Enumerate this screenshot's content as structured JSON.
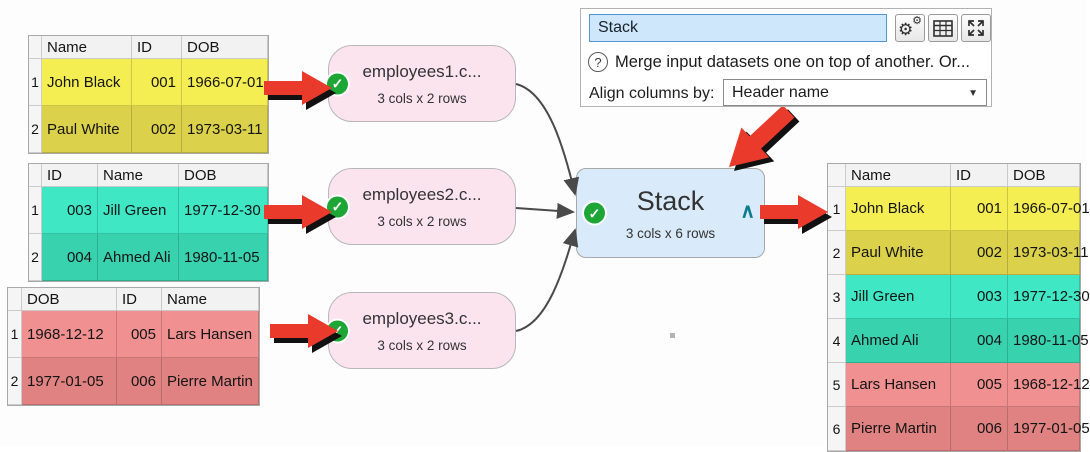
{
  "panel": {
    "name_value": "Stack",
    "help_glyph": "?",
    "help_text": "Merge input datasets one on top of another. Or...",
    "align_label": "Align columns by:",
    "align_value": "Header name",
    "dropdown_glyph": "▼",
    "gear_glyph": "⚙"
  },
  "nodes": [
    {
      "title": "employees1.c...",
      "subtitle": "3 cols x 2 rows",
      "check_glyph": "✓"
    },
    {
      "title": "employees2.c...",
      "subtitle": "3 cols x 2 rows",
      "check_glyph": "✓"
    },
    {
      "title": "employees3.c...",
      "subtitle": "3 cols x 2 rows",
      "check_glyph": "✓"
    }
  ],
  "stack_node": {
    "title": "Stack",
    "subtitle": "3 cols x 6 rows",
    "check_glyph": "✓",
    "collapse_glyph": "∧"
  },
  "input_tables": [
    {
      "headers": [
        "Name",
        "ID",
        "DOB"
      ],
      "row_nums": [
        "1",
        "2"
      ],
      "rows": [
        [
          "John Black",
          "001",
          "1966-07-01"
        ],
        [
          "Paul White",
          "002",
          "1973-03-11"
        ]
      ]
    },
    {
      "headers": [
        "ID",
        "Name",
        "DOB"
      ],
      "row_nums": [
        "1",
        "2"
      ],
      "rows": [
        [
          "003",
          "Jill Green",
          "1977-12-30"
        ],
        [
          "004",
          "Ahmed Ali",
          "1980-11-05"
        ]
      ]
    },
    {
      "headers": [
        "DOB",
        "ID",
        "Name"
      ],
      "row_nums": [
        "1",
        "2"
      ],
      "rows": [
        [
          "1968-12-12",
          "005",
          "Lars Hansen"
        ],
        [
          "1977-01-05",
          "006",
          "Pierre Martin"
        ]
      ]
    }
  ],
  "output_table": {
    "headers": [
      "Name",
      "ID",
      "DOB"
    ],
    "row_nums": [
      "1",
      "2",
      "3",
      "4",
      "5",
      "6"
    ],
    "rows": [
      [
        "John Black",
        "001",
        "1966-07-01"
      ],
      [
        "Paul White",
        "002",
        "1973-03-11"
      ],
      [
        "Jill Green",
        "003",
        "1977-12-30"
      ],
      [
        "Ahmed Ali",
        "004",
        "1980-11-05"
      ],
      [
        "Lars Hansen",
        "005",
        "1968-12-12"
      ],
      [
        "Pierre Martin",
        "006",
        "1977-01-05"
      ]
    ]
  },
  "colors": {
    "yellow_odd": "#f5ee53",
    "yellow_even": "#dbd14b",
    "teal_odd": "#3fe7c5",
    "teal_even": "#38d2af",
    "red_odd": "#f09090",
    "red_even": "#e08282",
    "node_pink": "#fce4ef",
    "stack_blue": "#d9eafa",
    "status_green": "#1da535",
    "arrow_red": "#ea3a2c",
    "caret_teal": "#0c7b8a",
    "field_bg": "#cfe7fb",
    "field_border": "#4f96d1"
  }
}
